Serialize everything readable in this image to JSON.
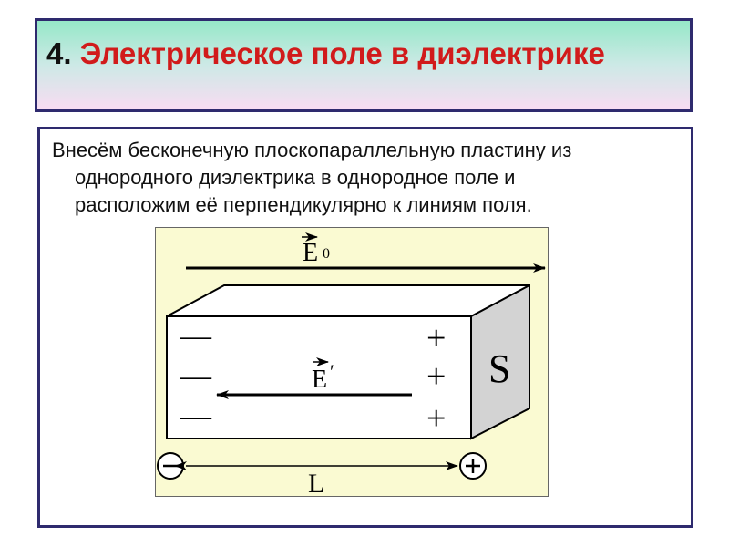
{
  "title": {
    "number": "4.",
    "text": "Электрическое поле в диэлектрике"
  },
  "description": {
    "line1": "Внесём бесконечную плоскопараллельную пластину из",
    "line2": "однородного диэлектрика в однородное поле  и",
    "line3": "расположим её перпендикулярно к линиям поля."
  },
  "figure": {
    "external_field_symbol": "E",
    "external_field_subscript": "0",
    "internal_field_symbol": "E",
    "internal_field_prime": "′",
    "area_label": "S",
    "length_label": "L",
    "minus_sign": "—",
    "plus_sign": "+",
    "left_terminal": "−",
    "right_terminal": "+"
  },
  "colors": {
    "title_text": "#d11b1b",
    "frame_border": "#2e2a6e",
    "figure_background": "#fafad2",
    "slab_side": "#d3d3d3"
  }
}
